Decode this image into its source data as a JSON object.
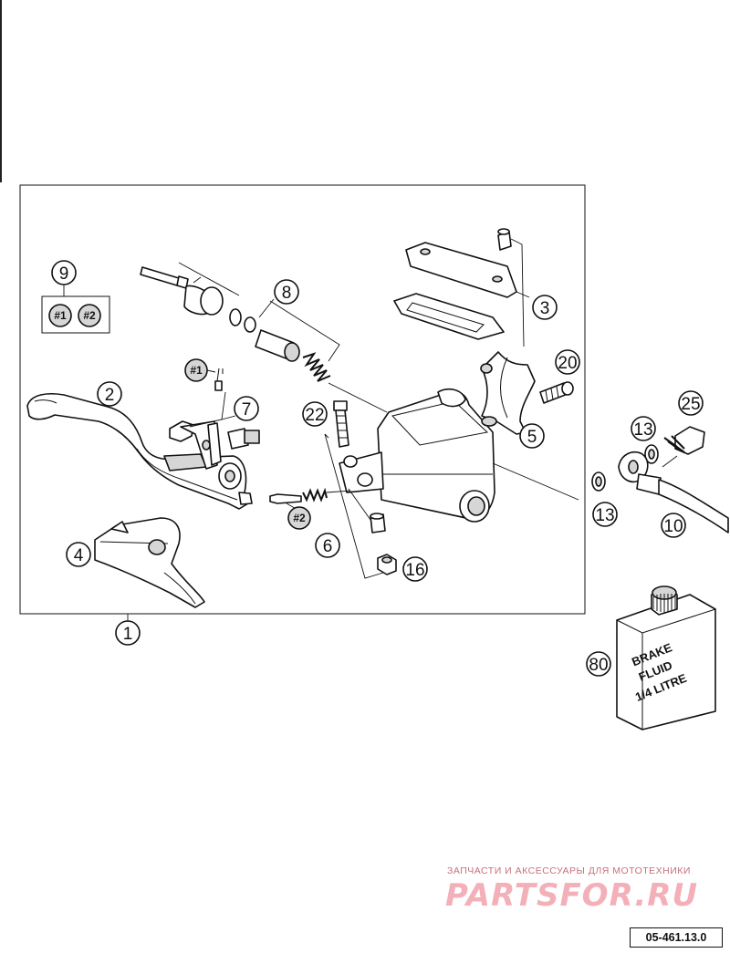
{
  "callouts": {
    "c1": "1",
    "c2": "2",
    "c3": "3",
    "c4": "4",
    "c5": "5",
    "c6": "6",
    "c7": "7",
    "c8": "8",
    "c9": "9",
    "c10": "10",
    "c13a": "13",
    "c13b": "13",
    "c16": "16",
    "c20": "20",
    "c22": "22",
    "c25": "25",
    "c80": "80"
  },
  "badges": {
    "kit1_box": "#1",
    "kit2_box": "#2",
    "kit1_part7": "#1",
    "kit2_part6": "#2"
  },
  "brake_fluid_can": {
    "line1": "BRAKE",
    "line2": "FLUID",
    "line3": "1/4 LITRE"
  },
  "watermark": {
    "caption": "ЗАПЧАСТИ И АКСЕССУАРЫ ДЛЯ МОТОТЕХНИКИ",
    "logo": "PARTSFOR.RU"
  },
  "diagram_code": "05-461.13.0"
}
